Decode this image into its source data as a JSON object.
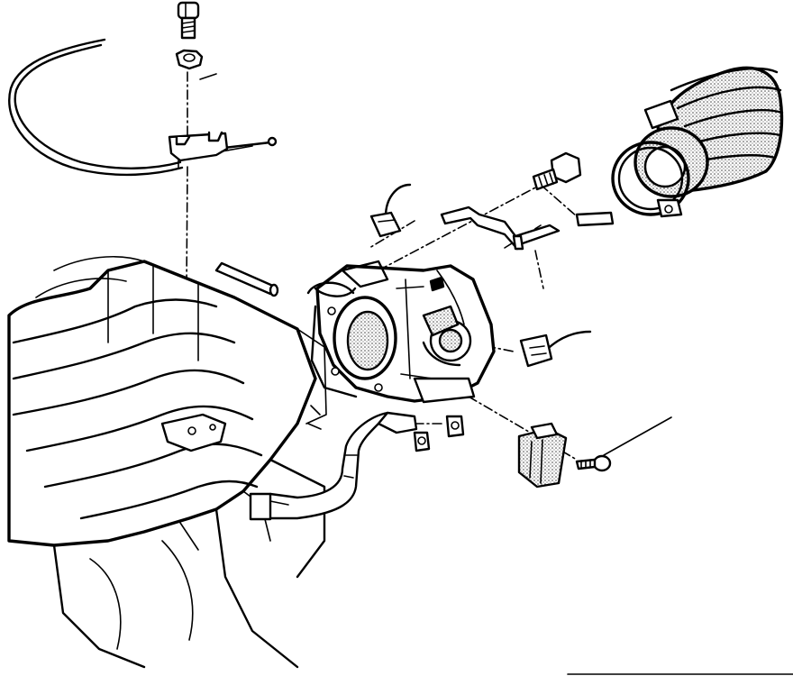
{
  "diagram": {
    "parts": [
      {
        "name": "bolt-top",
        "kind": "bolt"
      },
      {
        "name": "nut-top",
        "kind": "nut"
      },
      {
        "name": "throttle-cable",
        "kind": "cable"
      },
      {
        "name": "cable-bracket",
        "kind": "bracket"
      },
      {
        "name": "intake-manifold",
        "kind": "manifold"
      },
      {
        "name": "throttle-body",
        "kind": "throttle-body"
      },
      {
        "name": "air-intake-hose",
        "kind": "hose"
      },
      {
        "name": "hose-clamp",
        "kind": "clamp"
      },
      {
        "name": "mounting-bolt",
        "kind": "bolt"
      },
      {
        "name": "support-bracket",
        "kind": "bracket"
      },
      {
        "name": "sensor-connector-upper",
        "kind": "connector"
      },
      {
        "name": "sensor-connector-lower",
        "kind": "connector"
      },
      {
        "name": "water-hose",
        "kind": "hose"
      },
      {
        "name": "hose-clips",
        "kind": "clip"
      },
      {
        "name": "dowel-pin",
        "kind": "pin"
      },
      {
        "name": "throttle-cover",
        "kind": "cover"
      },
      {
        "name": "cover-screw",
        "kind": "screw"
      },
      {
        "name": "gasket",
        "kind": "gasket"
      }
    ],
    "style": {
      "ink": "#000000",
      "paper": "#ffffff",
      "shade": "#9a9a9a"
    }
  }
}
